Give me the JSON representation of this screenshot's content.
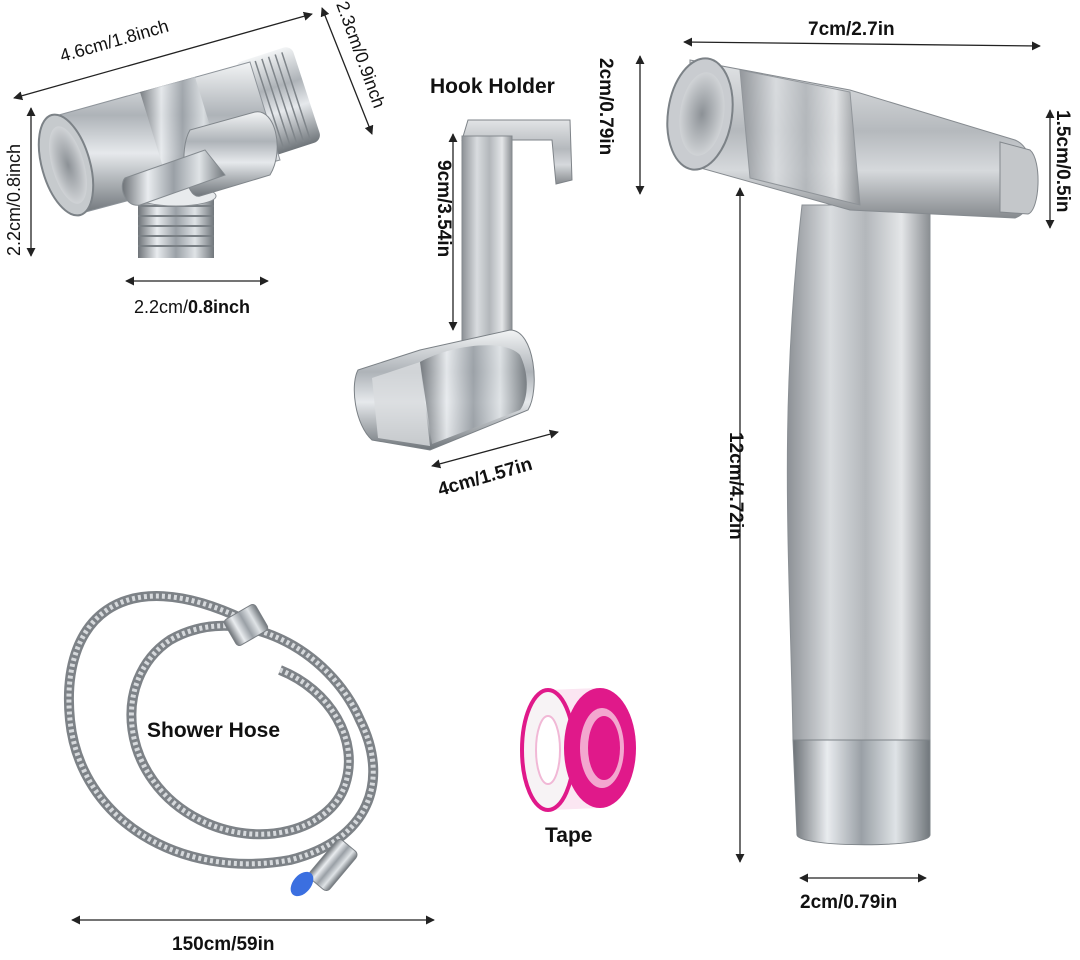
{
  "labels": {
    "diverter_length": "4.6cm/1.8inch",
    "diverter_height": "2.3cm/0.9inch",
    "diverter_inlet": "2.2cm/0.8inch",
    "diverter_base_a": "2.2cm/",
    "diverter_base_b": "0.8inch",
    "hook_title": "Hook Holder",
    "hook_height": "9cm/3.54in",
    "hook_width": "4cm/1.57in",
    "sprayer_width": "7cm/2.7in",
    "sprayer_head": "2cm/0.79in",
    "sprayer_tail": "1.5cm/0.5in",
    "sprayer_length": "12cm/4.72in",
    "sprayer_base": "2cm/0.79in",
    "hose_title": "Shower Hose",
    "hose_length": "150cm/59in",
    "tape_title": "Tape"
  },
  "colors": {
    "steel": "#b9bcc0",
    "tape": "#e0198a",
    "hose_cap": "#3b6fe0"
  }
}
